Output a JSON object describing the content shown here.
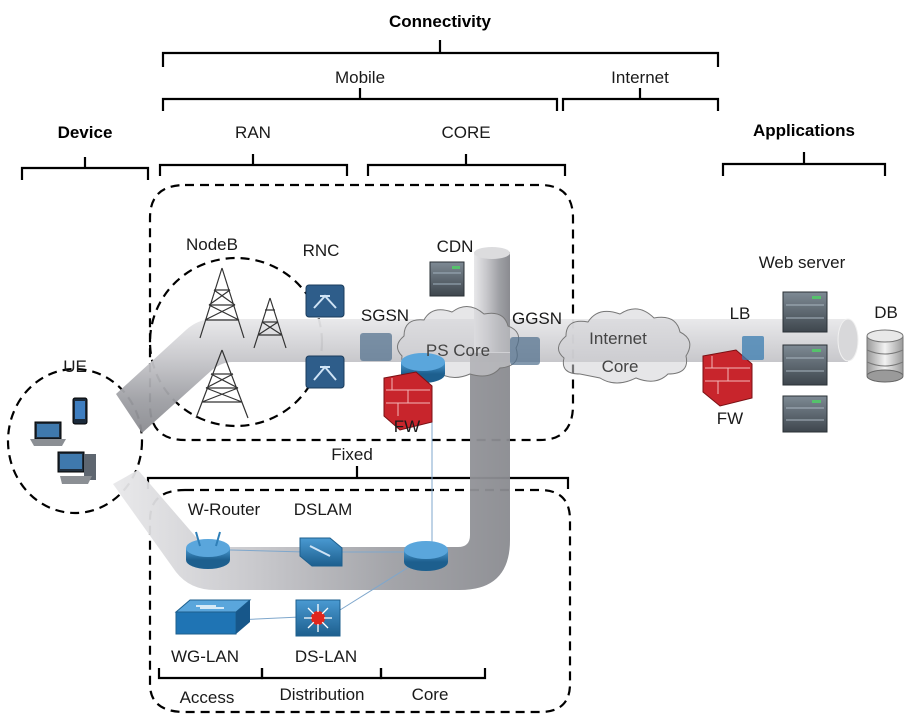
{
  "headers": {
    "connectivity": "Connectivity",
    "mobile": "Mobile",
    "internet": "Internet",
    "device": "Device",
    "ran": "RAN",
    "core_top": "CORE",
    "applications": "Applications",
    "fixed": "Fixed",
    "access": "Access",
    "distribution": "Distribution",
    "core_bottom": "Core"
  },
  "nodes": {
    "nodeb": "NodeB",
    "rnc": "RNC",
    "sgsn": "SGSN",
    "cdn": "CDN",
    "ggsn": "GGSN",
    "ps_core": "PS Core",
    "internet_core_1": "Internet",
    "internet_core_2": "Core",
    "ue": "UE",
    "fw_mobile": "FW",
    "fw_app": "FW",
    "lb": "LB",
    "web_server": "Web server",
    "db": "DB",
    "w_router": "W-Router",
    "dslam": "DSLAM",
    "wg_lan": "WG-LAN",
    "ds_lan": "DS-LAN"
  },
  "colors": {
    "pipe": "#b8b8bc",
    "router_blue": "#2f7fb8",
    "firewall_red": "#c8252c",
    "server_gray": "#5b6670",
    "text": "#1a1a1a"
  },
  "icons": [
    "cell-tower-icon",
    "rnc-icon",
    "router-icon",
    "server-icon",
    "firewall-icon",
    "database-icon",
    "laptop-icon",
    "desktop-icon",
    "phone-icon",
    "switch-icon",
    "cloud-icon"
  ]
}
